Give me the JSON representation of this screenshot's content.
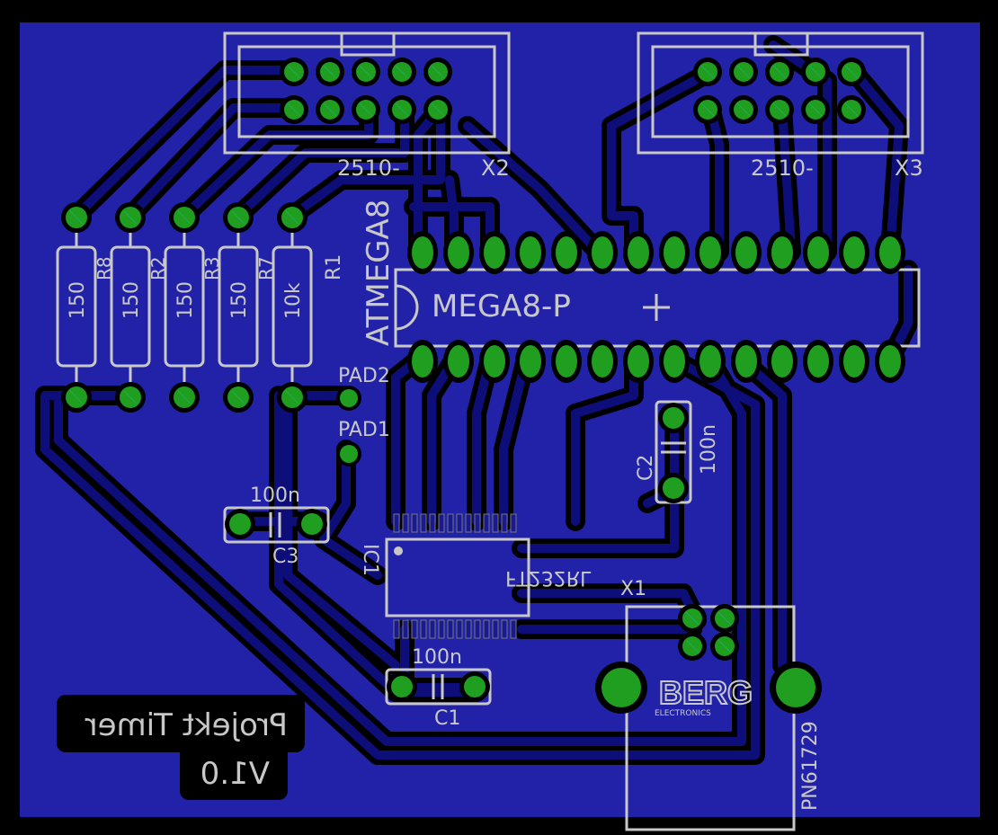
{
  "colors": {
    "background": "#000000",
    "copper": "#2222a8",
    "trace": "#0e0e7a",
    "pad": "#1f9e1f",
    "silk": "#c8c8c8"
  },
  "connectors": [
    {
      "name": "X2",
      "value": "2510-"
    },
    {
      "name": "X3",
      "value": "2510-"
    }
  ],
  "ic": {
    "name": "ATMEGA8",
    "value": "MEGA8-P"
  },
  "resistors": [
    {
      "value": "150",
      "name": ""
    },
    {
      "value": "150",
      "name": "R8"
    },
    {
      "value": "150",
      "name": "R2"
    },
    {
      "value": "150",
      "name": "R3"
    },
    {
      "value": "10k",
      "name": "R7"
    }
  ],
  "r1_label": "R1",
  "pads": [
    "PAD2",
    "PAD1"
  ],
  "capacitors": [
    {
      "name": "C2",
      "value": "100n"
    },
    {
      "name": "C3",
      "value": "100n"
    },
    {
      "name": "C1",
      "value": "100n"
    }
  ],
  "ft232": {
    "name": "IC1",
    "value": "FT232RL"
  },
  "usb": {
    "name": "X1",
    "part": "PN61729",
    "brand": "BERG",
    "brand_sub": "ELECTRONICS"
  },
  "title_block": {
    "line1": "Projekt Timer",
    "line2": "V1.0"
  }
}
